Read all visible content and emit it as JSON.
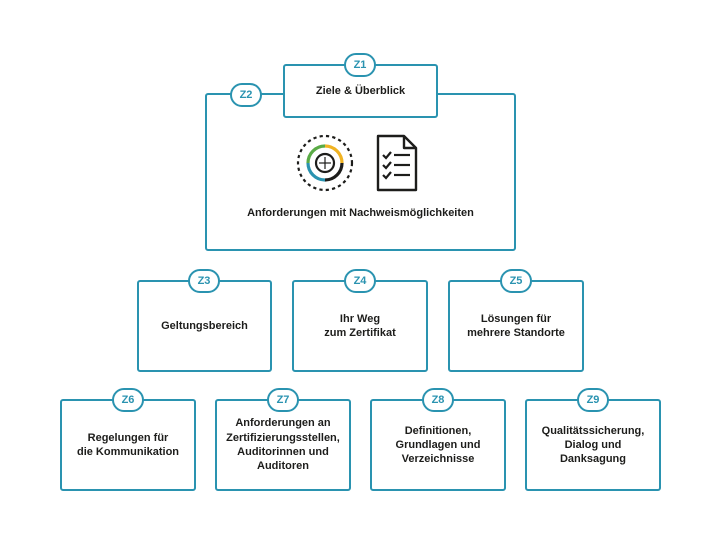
{
  "diagram": {
    "z1": {
      "id": "Z1",
      "label": "Ziele & Überblick"
    },
    "z2": {
      "id": "Z2",
      "label": "Anforderungen mit Nachweismöglichkeiten",
      "icons": [
        "target-circle-icon",
        "checklist-document-icon"
      ]
    },
    "z3": {
      "id": "Z3",
      "label": "Geltungsbereich"
    },
    "z4": {
      "id": "Z4",
      "label": "Ihr Weg\nzum Zertifikat"
    },
    "z5": {
      "id": "Z5",
      "label": "Lösungen für\nmehrere Standorte"
    },
    "z6": {
      "id": "Z6",
      "label": "Regelungen für\ndie Kommunikation"
    },
    "z7": {
      "id": "Z7",
      "label": "Anforderungen an\nZertifizierungsstellen,\nAuditorinnen und\nAuditoren"
    },
    "z8": {
      "id": "Z8",
      "label": "Definitionen,\nGrundlagen und\nVerzeichnisse"
    },
    "z9": {
      "id": "Z9",
      "label": "Qualitätssicherung,\nDialog und\nDanksagung"
    },
    "colors": {
      "accent": "#2a93b0",
      "text": "#1d1d1b",
      "ring_green": "#5aab46",
      "ring_yellow": "#f0b323",
      "ring_teal": "#2a93b0"
    }
  }
}
